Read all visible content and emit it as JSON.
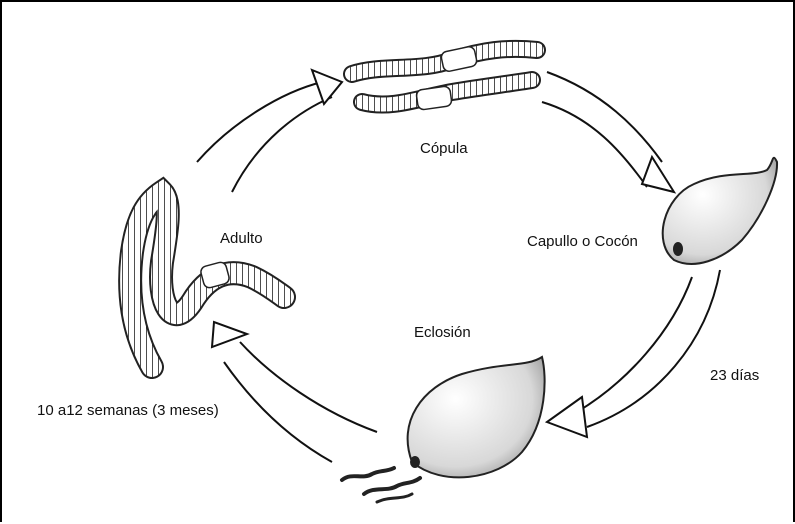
{
  "labels": {
    "copula": "Cópula",
    "adulto": "Adulto",
    "capullo": "Capullo o Cocón",
    "eclosion": "Eclosión",
    "dias": "23 días",
    "semanas": "10 a12 semanas (3 meses)"
  },
  "icons": {
    "mating": "mating-worms-icon",
    "cocoon": "cocoon-icon",
    "hatching": "hatching-cocoon-icon",
    "adult": "adult-worm-icon",
    "arrow": "cycle-arrow-icon"
  },
  "colors": {
    "ink": "#111111",
    "shade": "#c8c8c8",
    "paper": "#ffffff"
  }
}
